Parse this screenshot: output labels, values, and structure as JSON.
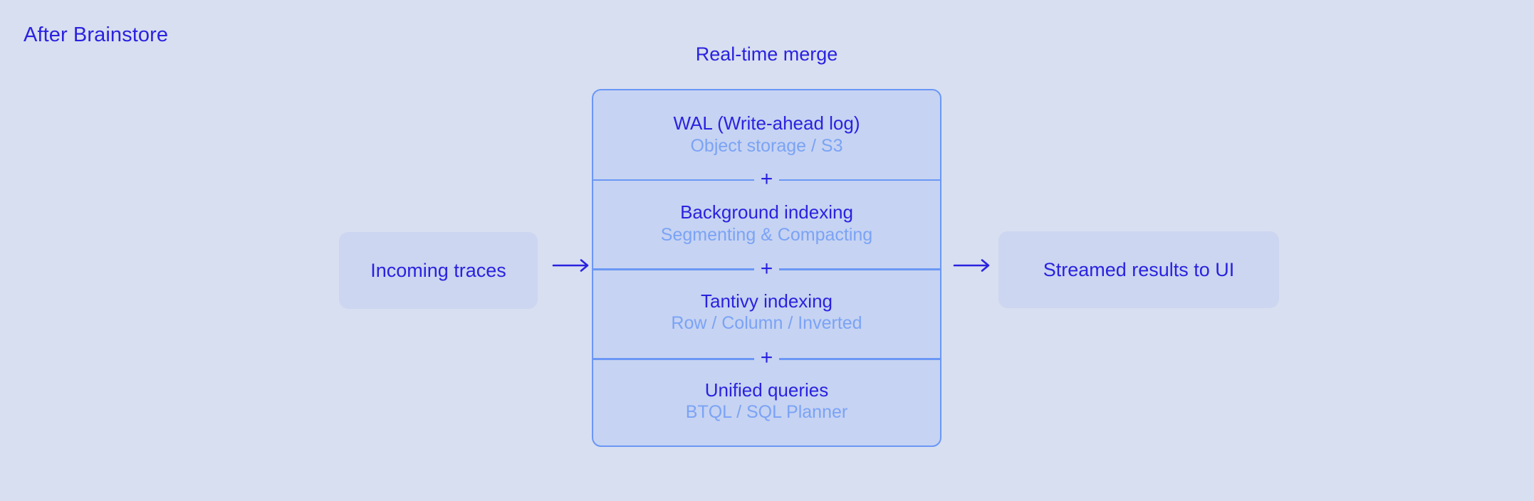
{
  "page": {
    "title": "After Brainstore",
    "background_color": "#d8dff0",
    "accent_color": "#2a22e0",
    "panel_fill": "#c6d3f2",
    "panel_border": "#6b97f5",
    "secondary_text_color": "#7ba3f5",
    "side_box_fill": "#ccd6f0"
  },
  "flow": {
    "input": {
      "label": "Incoming traces"
    },
    "arrow_in": {
      "icon": "long-right-arrow-icon"
    },
    "arrow_out": {
      "icon": "long-right-arrow-icon"
    },
    "output": {
      "label": "Streamed results to UI"
    }
  },
  "stack": {
    "caption": "Real-time merge",
    "joiner": "+",
    "layers": [
      {
        "title": "WAL (Write-ahead log)",
        "subtitle": "Object storage / S3"
      },
      {
        "title": "Background indexing",
        "subtitle": "Segmenting & Compacting"
      },
      {
        "title": "Tantivy indexing",
        "subtitle": "Row / Column / Inverted"
      },
      {
        "title": "Unified queries",
        "subtitle": "BTQL / SQL Planner"
      }
    ]
  }
}
